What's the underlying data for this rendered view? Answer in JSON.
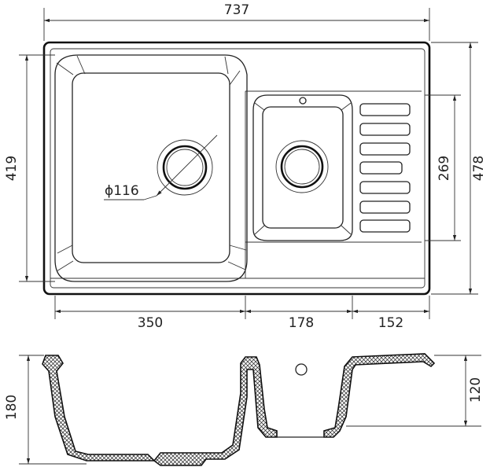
{
  "dimensions": {
    "overall_width": "737",
    "overall_height": "478",
    "large_bowl_height": "419",
    "small_bowl_height": "269",
    "drain_diameter": "ϕ116",
    "large_bowl_width": "350",
    "small_bowl_width": "178",
    "drainboard_width": "152",
    "section_total_depth": "180",
    "section_small_bowl_depth": "120"
  },
  "colors": {
    "line": "#111111",
    "background": "#ffffff"
  }
}
